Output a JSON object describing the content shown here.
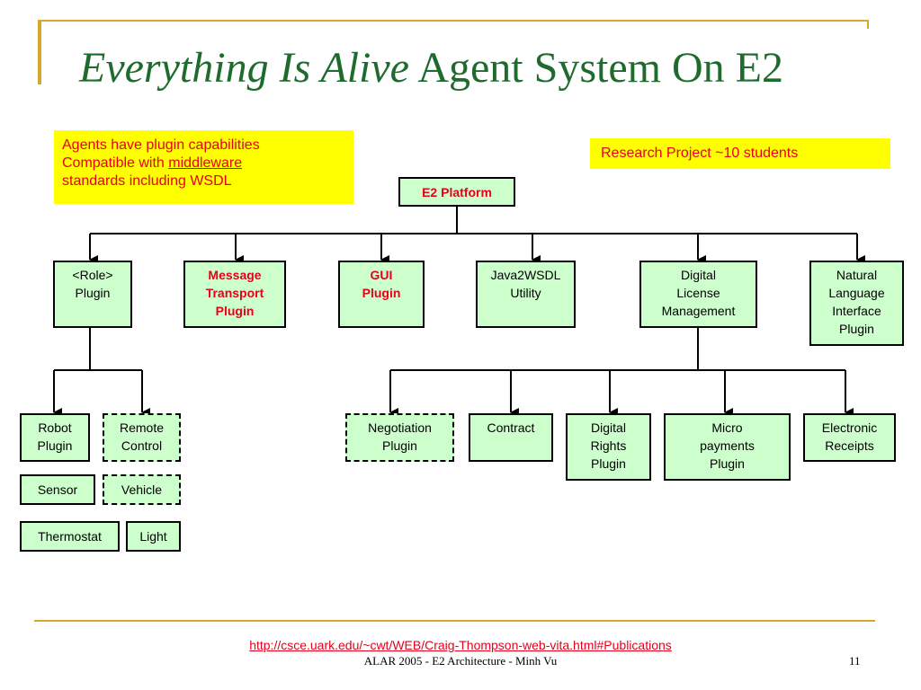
{
  "slide": {
    "title_italic": "Everything Is Alive",
    "title_rest": " Agent System On E2",
    "note_left": {
      "line1": "Agents have plugin capabilities",
      "line2_pre": "Compatible with ",
      "line2_link": "middleware",
      "line3": "standards including WSDL"
    },
    "note_right": "Research Project ~10 students",
    "nodes": {
      "root": [
        "E2 Platform"
      ],
      "role_plugin": [
        "<Role>",
        "Plugin"
      ],
      "message_transport": [
        "Message",
        "Transport",
        "Plugin"
      ],
      "gui_plugin": [
        "GUI",
        "Plugin"
      ],
      "java2wsdl": [
        "Java2WSDL",
        "Utility"
      ],
      "digital_license": [
        "Digital",
        "License",
        "Management"
      ],
      "natural_language": [
        "Natural",
        "Language",
        "Interface",
        "Plugin"
      ],
      "robot_plugin": [
        "Robot",
        "Plugin"
      ],
      "remote_control": [
        "Remote",
        "Control"
      ],
      "sensor": [
        "Sensor"
      ],
      "vehicle": [
        "Vehicle"
      ],
      "thermostat": [
        "Thermostat"
      ],
      "light": [
        "Light"
      ],
      "negotiation": [
        "Negotiation",
        "Plugin"
      ],
      "contract": [
        "Contract"
      ],
      "digital_rights": [
        "Digital",
        "Rights",
        "Plugin"
      ],
      "micro_payments": [
        "Micro",
        "payments",
        "Plugin"
      ],
      "electronic_receipts": [
        "Electronic",
        "Receipts"
      ]
    },
    "link": "http://csce.uark.edu/~cwt/WEB/Craig-Thompson-web-vita.html#Publications",
    "footer": "ALAR 2005 - E2 Architecture - Minh Vu",
    "page": "11"
  }
}
